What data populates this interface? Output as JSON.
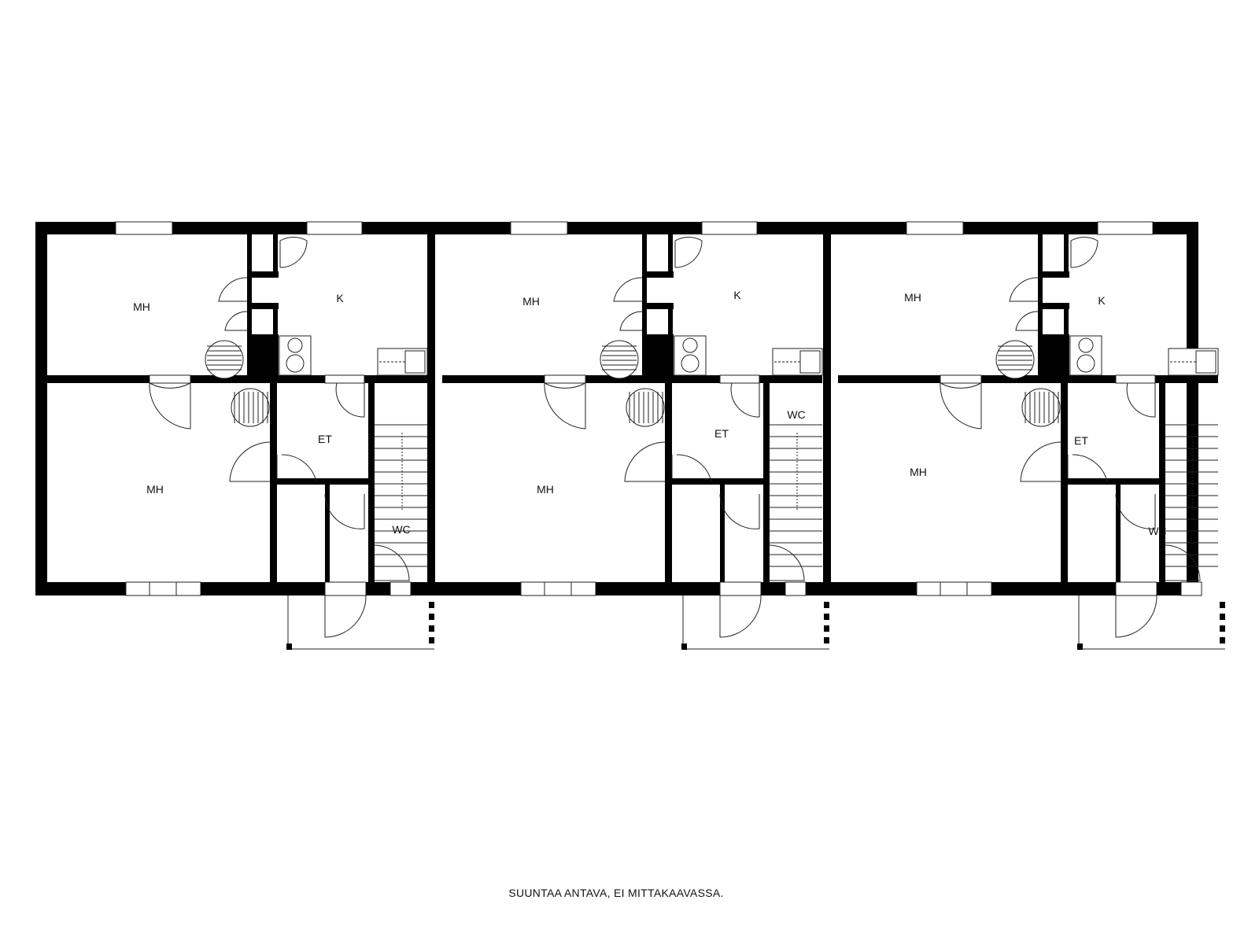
{
  "plan": {
    "caption": "SUUNTAA ANTAVA, EI MITTAKAAVASSA.",
    "units": [
      {
        "rooms": {
          "mh_upper": "MH",
          "k": "K",
          "mh_lower": "MH",
          "et": "ET",
          "wc": "WC"
        }
      },
      {
        "rooms": {
          "mh_upper": "MH",
          "k": "K",
          "mh_lower": "MH",
          "et": "ET",
          "wc": "WC"
        }
      },
      {
        "rooms": {
          "mh_upper": "MH",
          "k": "K",
          "mh_lower": "MH",
          "et": "ET",
          "wc": "WC"
        }
      }
    ]
  },
  "colors": {
    "wall": "#000000",
    "line": "#222222",
    "background": "#ffffff"
  }
}
